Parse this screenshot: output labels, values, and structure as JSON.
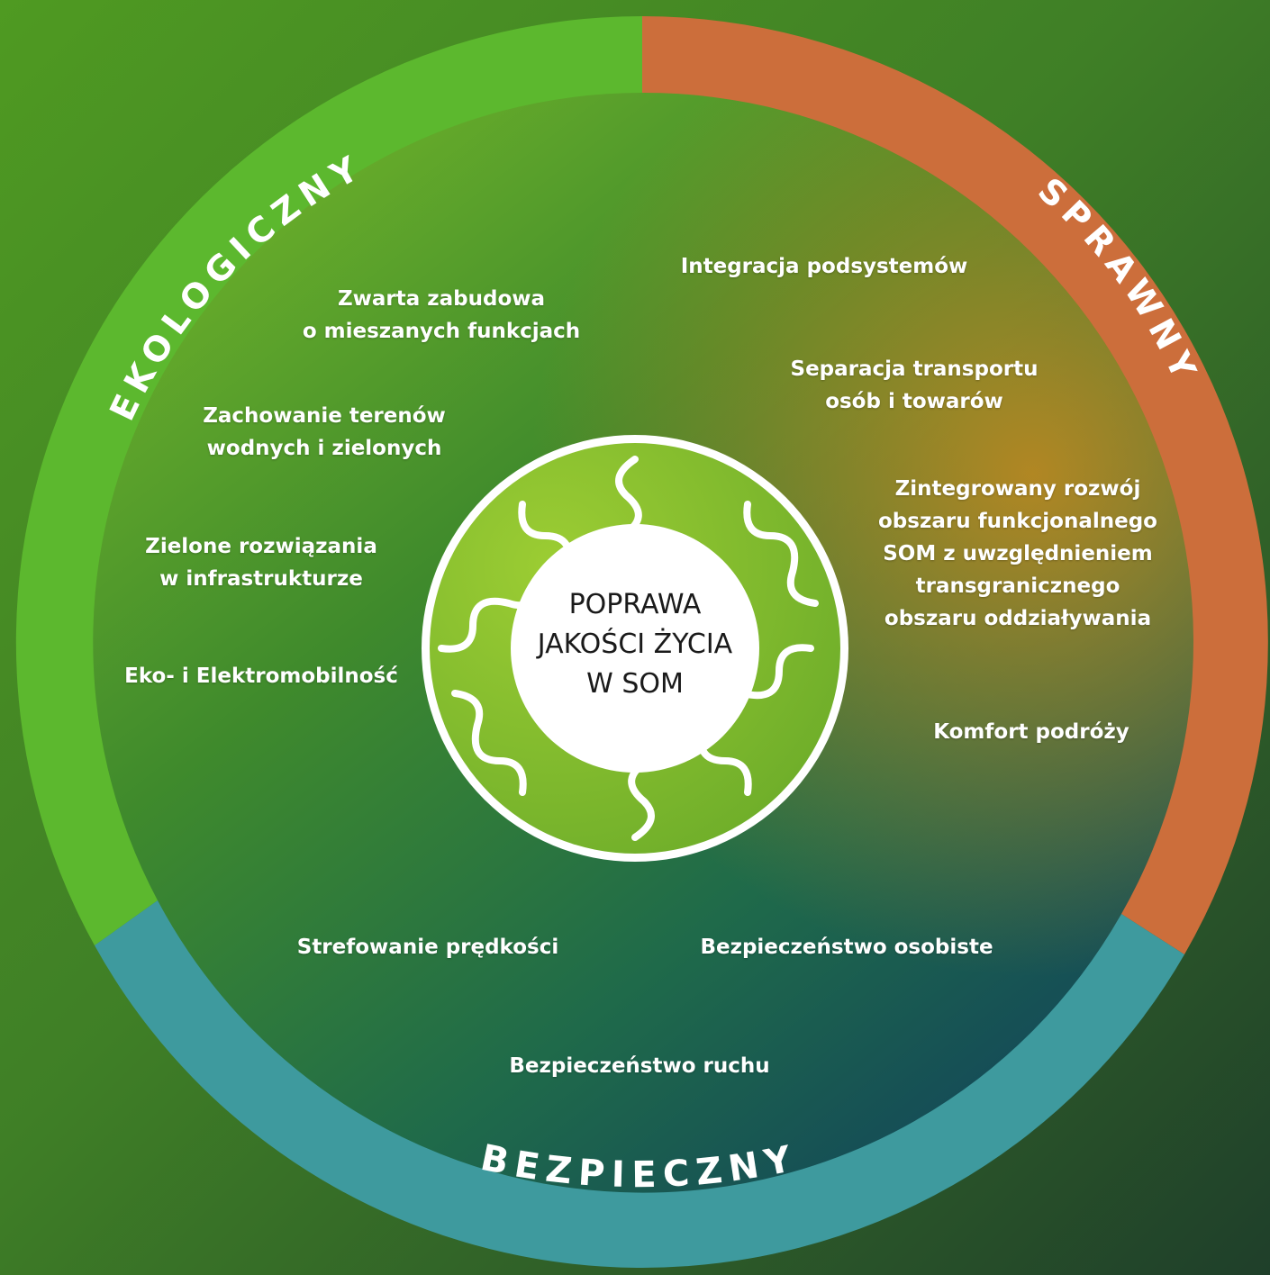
{
  "center": {
    "title": "POPRAWA\nJAKOŚCI ŻYCIA\nW SOM"
  },
  "segments": {
    "ekologiczny": {
      "label": "EKOLOGICZNY",
      "color": "#5cb82e"
    },
    "sprawny": {
      "label": "SPRAWNY",
      "color": "#cc6e3b"
    },
    "bezpieczny": {
      "label": "BEZPIECZNY",
      "color": "#3e9a9e"
    }
  },
  "items": {
    "zwarta": "Zwarta zabudowa\no mieszanych funkcjach",
    "zachowanie": "Zachowanie terenów\nwodnych i zielonych",
    "zielone": "Zielone rozwiązania\nw infrastrukturze",
    "eko": "Eko- i Elektromobilność",
    "integracja": "Integracja podsystemów",
    "separacja": "Separacja transportu\nosób i towarów",
    "zintegrowany": "Zintegrowany rozwój\nobszaru funkcjonalnego\nSOM z uwzględnieniem\ntransgranicznego\nobszaru oddziaływania",
    "komfort": "Komfort podróży",
    "strefowanie": "Strefowanie prędkości",
    "bezp_osobiste": "Bezpieczeństwo osobiste",
    "bezp_ruchu": "Bezpieczeństwo ruchu"
  }
}
